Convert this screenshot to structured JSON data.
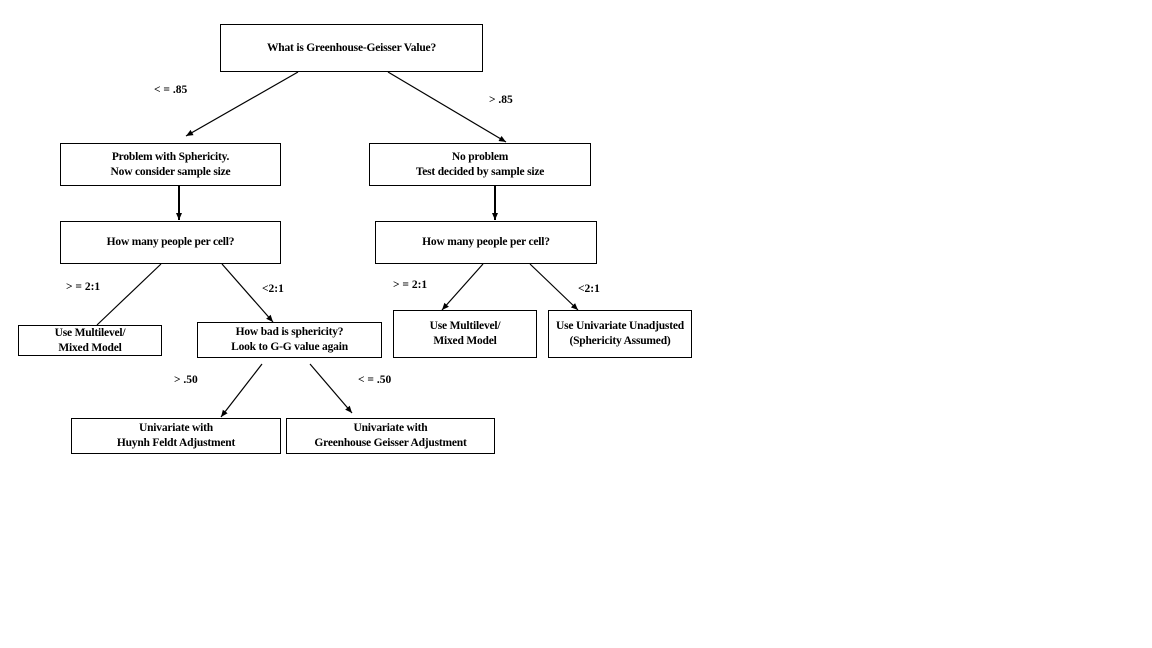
{
  "nodes": {
    "root": {
      "line1": "What is Greenhouse-Geisser Value?"
    },
    "problem": {
      "line1": "Problem with Sphericity.",
      "line2": "Now consider sample size"
    },
    "noproblem": {
      "line1": "No problem",
      "line2": "Test decided by sample size"
    },
    "howmany_left": {
      "line1": "How many people per cell?"
    },
    "howmany_right": {
      "line1": "How many people per cell?"
    },
    "multilevel_left": {
      "line1": "Use Multilevel/",
      "line2": "Mixed Model"
    },
    "howbad": {
      "line1": "How bad is sphericity?",
      "line2": "Look to G-G value again"
    },
    "multilevel_right": {
      "line1": "Use Multilevel/",
      "line2": "Mixed Model"
    },
    "univariate_unadj": {
      "line1": "Use Univariate Unadjusted",
      "line2": "(Sphericity Assumed)"
    },
    "huynh": {
      "line1": "Univariate with",
      "line2": "Huynh Feldt Adjustment"
    },
    "greenhouse": {
      "line1": "Univariate with",
      "line2": "Greenhouse Geisser Adjustment"
    }
  },
  "edge_labels": {
    "le_85": "< = .85",
    "gt_85": "> .85",
    "ge_2to1_left": "> = 2:1",
    "lt_2to1_left": "<2:1",
    "ge_2to1_right": "> = 2:1",
    "lt_2to1_right": "<2:1",
    "gt_50": "> .50",
    "le_50": "< = .50"
  }
}
